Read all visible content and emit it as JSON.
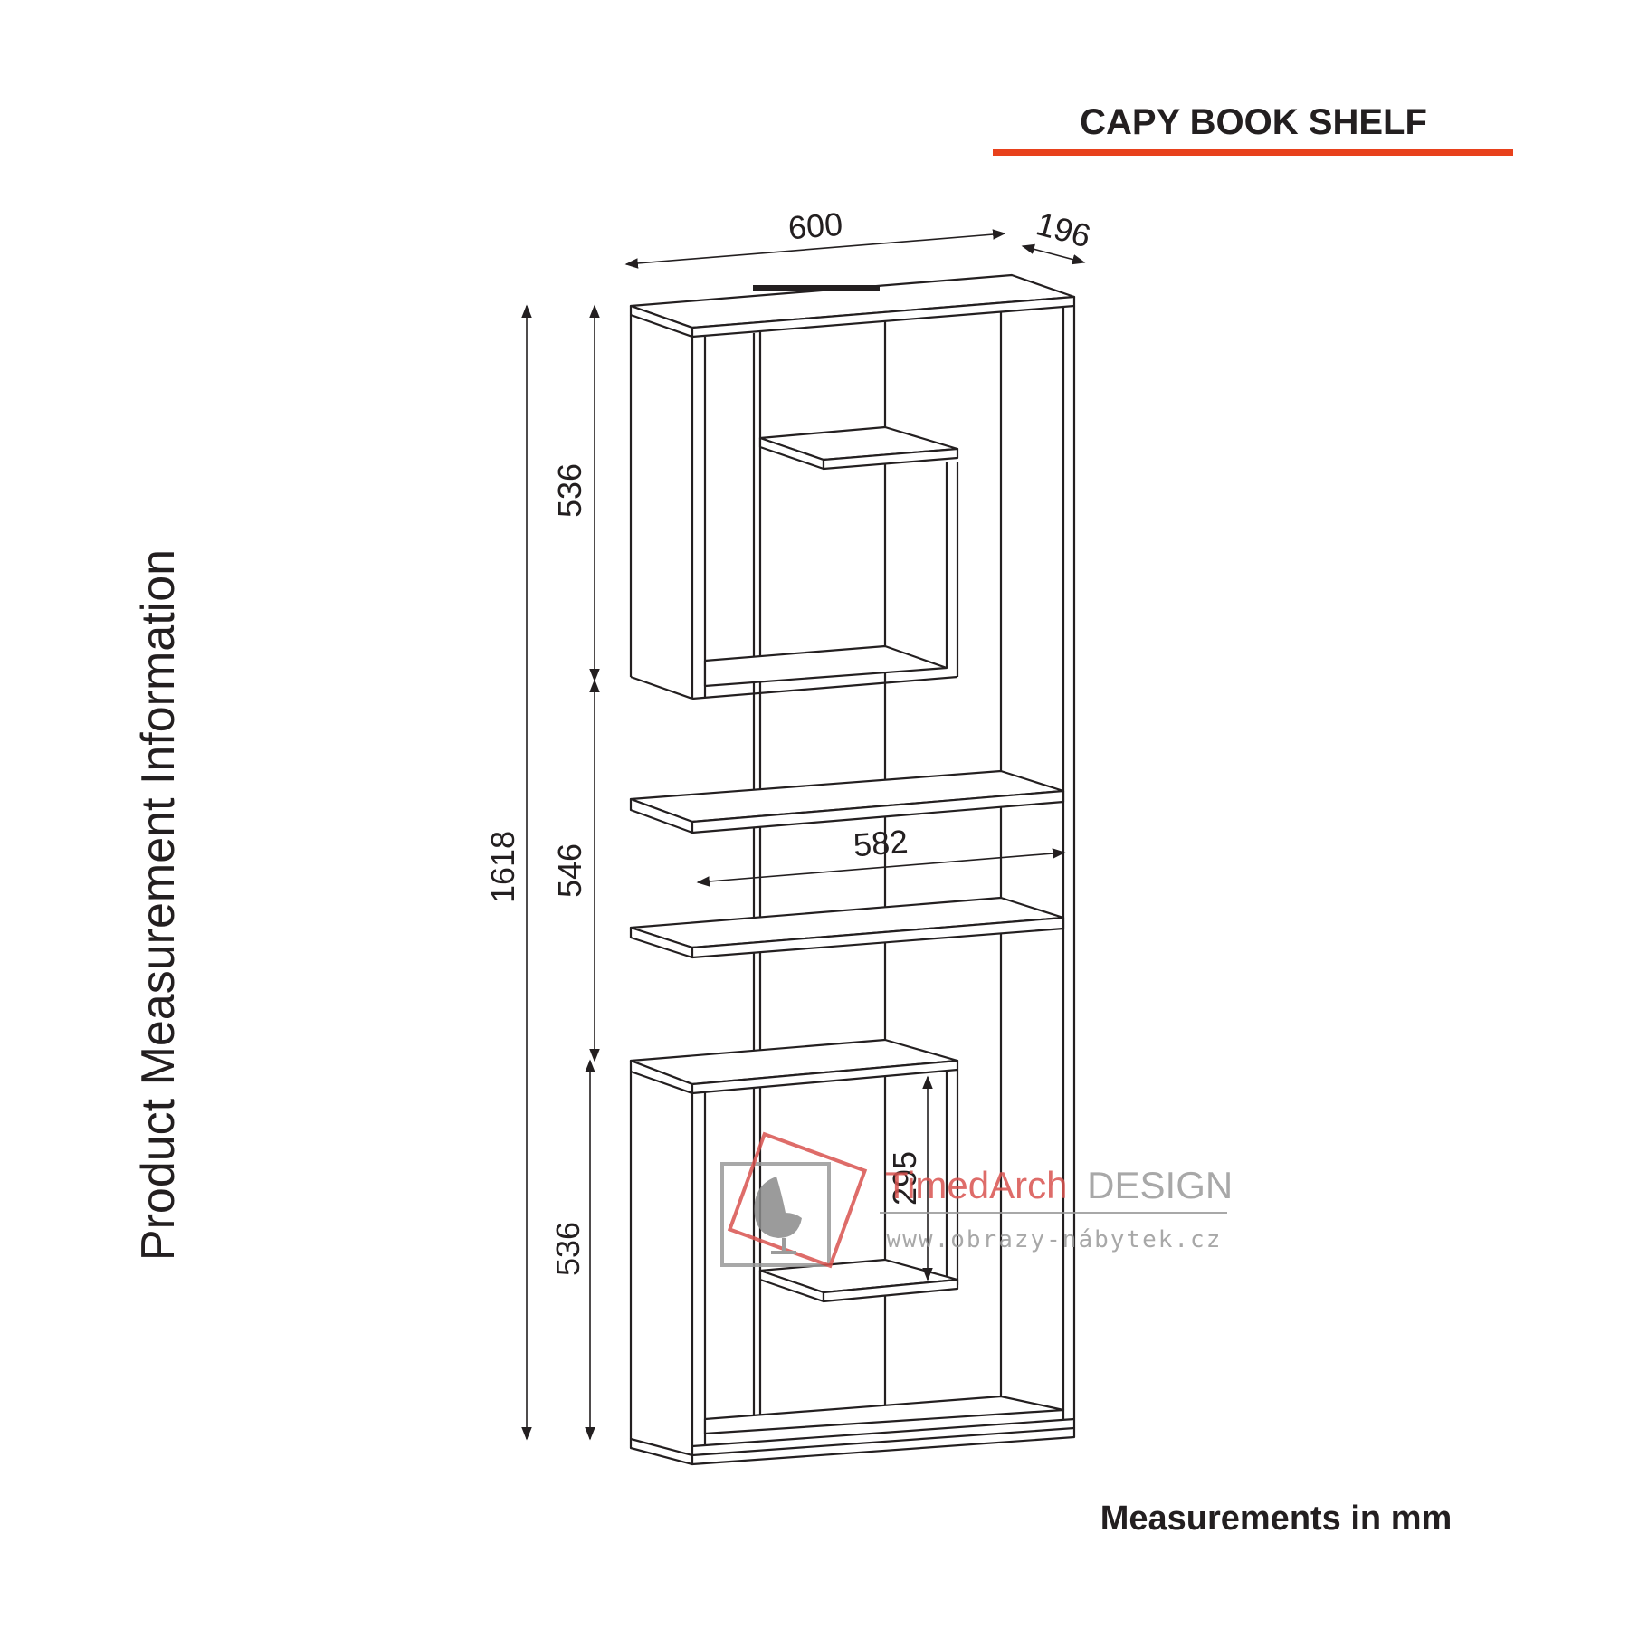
{
  "header": {
    "title": "CAPY BOOK SHELF",
    "accent_color": "#e8411c"
  },
  "side_label": "Product Measurement Information",
  "footer": {
    "units_note": "Measurements in mm"
  },
  "dimensions": {
    "width": "600",
    "depth": "196",
    "total_height": "1618",
    "upper_section": "536",
    "middle_section": "546",
    "lower_section": "536",
    "inner_width": "582",
    "inner_height": "295"
  },
  "watermark": {
    "brand_part1": "TimedArch",
    "brand_part2": "DESIGN",
    "url": "www.obrazy-nábytek.cz",
    "logo_icon": "egg-chair-icon",
    "color_red": "#d9534f",
    "color_gray": "#9a9a9a"
  },
  "colors": {
    "line": "#231f20",
    "text": "#231f20"
  }
}
